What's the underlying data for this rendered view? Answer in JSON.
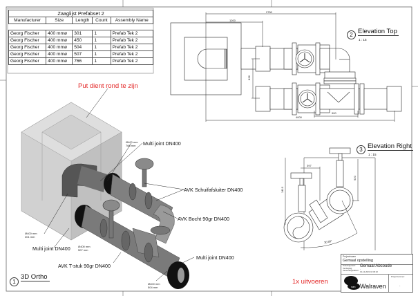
{
  "schedule": {
    "title": "Zaaglijst Prefabset 2",
    "headers": [
      "Manufacturer",
      "Size",
      "Length",
      "Count",
      "Assembly Name"
    ],
    "rows": [
      [
        "Georg Fischer",
        "400 mmø",
        "301",
        "1",
        "Prefab Tek 2"
      ],
      [
        "Georg Fischer",
        "400 mmø",
        "450",
        "1",
        "Prefab Tek 2"
      ],
      [
        "Georg Fischer",
        "400 mmø",
        "504",
        "1",
        "Prefab Tek 2"
      ],
      [
        "Georg Fischer",
        "400 mmø",
        "507",
        "1",
        "Prefab Tek 2"
      ],
      [
        "Georg Fischer",
        "400 mmø",
        "766",
        "1",
        "Prefab Tek 2"
      ]
    ]
  },
  "views": {
    "ortho": {
      "number": "1",
      "title": "3D Ortho"
    },
    "top": {
      "number": "2",
      "title": "Elevation Top",
      "scale": "1 : 15"
    },
    "right": {
      "number": "3",
      "title": "Elevation Right",
      "scale": "1 : 15"
    }
  },
  "dimensions_top": {
    "d2750": "2750",
    "d1200": "1200",
    "d836": "836",
    "d900": "900",
    "d4000": "4000"
  },
  "dimensions_right": {
    "d397": "397",
    "d920": "920",
    "d1410": "1410",
    "angle": "30.58°"
  },
  "annotations": {
    "put": "Put dient rond te zijn",
    "multi_joint_top": "Multi joint DN400",
    "multi_joint_left": "Multi joint DN400",
    "multi_joint_right": "Multi joint DN400",
    "schuifafsluiter": "AVK Schuifafsluiter DN400",
    "bocht": "AVK Bocht 90gr DN400",
    "tstuk": "AVK T-stuk 90gr DN400",
    "uitvoeren": "1x uitvoeren"
  },
  "pipe_tags": {
    "t766": [
      "Ø400 mm",
      "766 mm"
    ],
    "t301": [
      "Ø400 mm",
      "301 mm"
    ],
    "t507": [
      "Ø400 mm",
      "507 mm"
    ],
    "t504": [
      "Ø400 mm",
      "504 mm"
    ]
  },
  "titleblock": {
    "project_label": "Projectnaam",
    "project_name": "Gemaal opstelling",
    "drawing_label": "Tekeningnaam:",
    "drawing_name": "Gemaal Abcoude",
    "revision_label": "Verdieping:",
    "revision_value": "-",
    "date_label": "Verwerkingsdatum:",
    "date_value": "13-12-2021 10:30:42",
    "company": "Walraven",
    "company_prefix": "van",
    "projectnumber_label": "Projectnummer:",
    "projectnumber_value": "-"
  },
  "colors": {
    "annotation_red": "#e32626",
    "line": "#333333"
  }
}
